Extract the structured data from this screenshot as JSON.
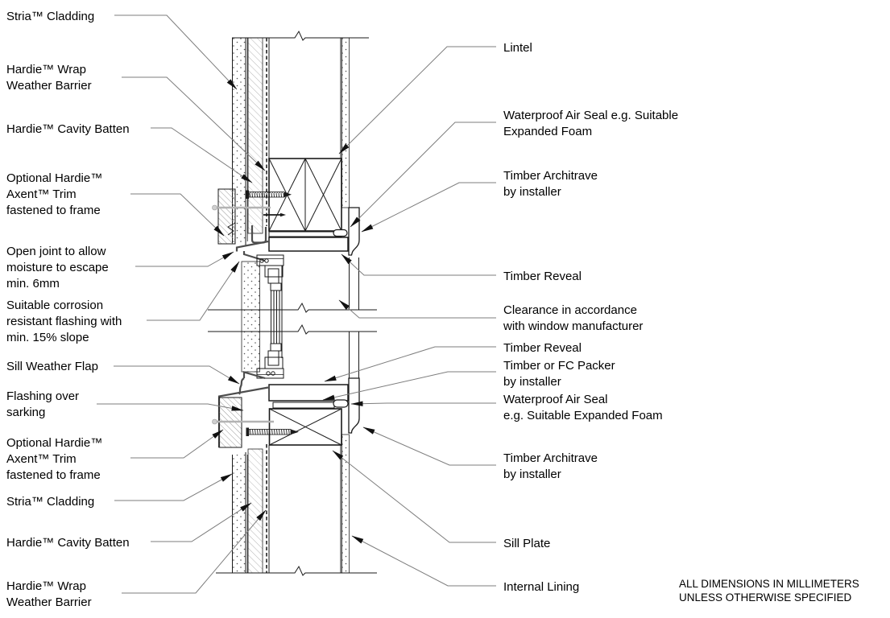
{
  "labels_left": [
    {
      "text": "Stria™ Cladding"
    },
    {
      "text": "Hardie™ Wrap\nWeather Barrier"
    },
    {
      "text": "Hardie™ Cavity Batten"
    },
    {
      "text": "Optional Hardie™\nAxent™ Trim\nfastened to frame"
    },
    {
      "text": "Open joint to allow\nmoisture to escape\nmin. 6mm"
    },
    {
      "text": "Suitable corrosion\nresistant flashing with\nmin. 15% slope"
    },
    {
      "text": "Sill Weather Flap"
    },
    {
      "text": "Flashing over\nsarking"
    },
    {
      "text": "Optional Hardie™\nAxent™ Trim\nfastened to frame"
    },
    {
      "text": "Stria™ Cladding"
    },
    {
      "text": "Hardie™ Cavity Batten"
    },
    {
      "text": "Hardie™ Wrap\nWeather Barrier"
    }
  ],
  "labels_right": [
    {
      "text": "Lintel"
    },
    {
      "text": "Waterproof Air Seal e.g. Suitable\nExpanded Foam"
    },
    {
      "text": "Timber Architrave\nby installer"
    },
    {
      "text": "Timber Reveal"
    },
    {
      "text": "Clearance in accordance\nwith window manufacturer"
    },
    {
      "text": "Timber Reveal"
    },
    {
      "text": "Timber or FC Packer\nby installer"
    },
    {
      "text": "Waterproof Air Seal\ne.g. Suitable Expanded Foam"
    },
    {
      "text": "Timber Architrave\nby installer"
    },
    {
      "text": "Sill Plate"
    },
    {
      "text": "Internal Lining"
    }
  ],
  "note": {
    "text": "ALL DIMENSIONS IN MILLIMETERS\nUNLESS OTHERWISE SPECIFIED"
  },
  "colors": {
    "line": "#1a1a1a",
    "leader": "#7d7d7d",
    "flashing": "#4d4d4d",
    "hatch": "#b0b0b0",
    "screw_gray": "#b3b3b3",
    "background": "#ffffff"
  }
}
